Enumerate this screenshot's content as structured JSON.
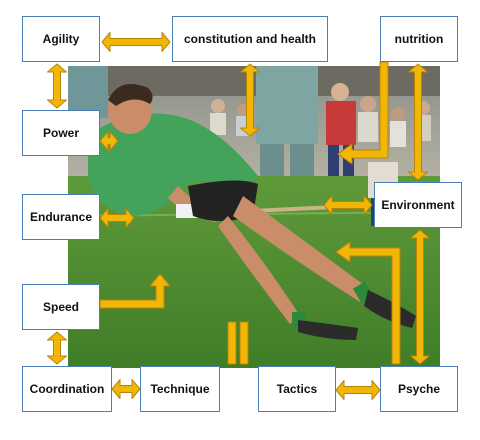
{
  "factors": {
    "agility": "Agility",
    "constitution": "constitution and health",
    "nutrition": "nutrition",
    "power": "Power",
    "endurance": "Endurance",
    "environment": "Environment",
    "speed": "Speed",
    "coordination": "Coordination",
    "technique": "Technique",
    "tactics": "Tactics",
    "psyche": "Psyche"
  },
  "colors": {
    "arrow_fill": "#f2b705",
    "arrow_stroke": "#b9830a",
    "box_border": "#4a7fb8"
  }
}
